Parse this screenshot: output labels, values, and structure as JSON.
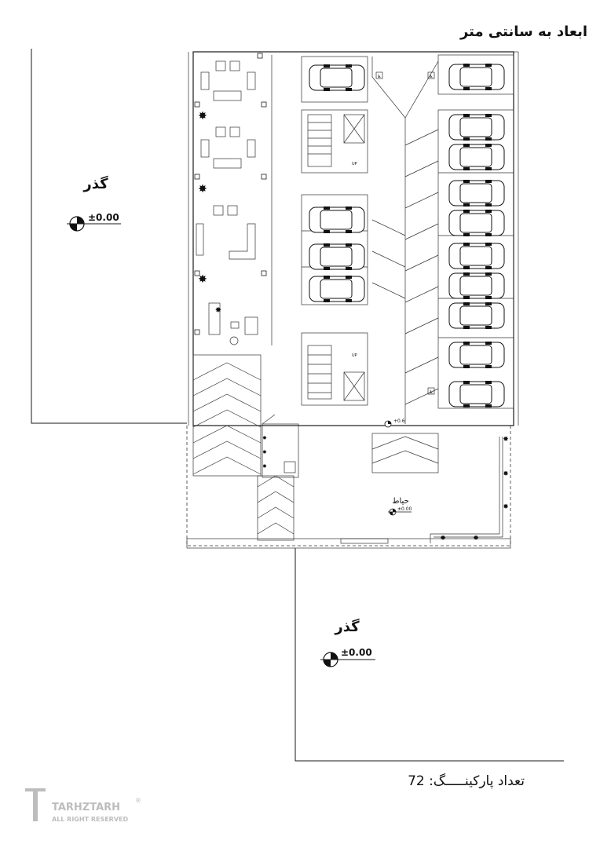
{
  "title_note": "ابعاد به سانتی متر",
  "street_top": {
    "label": "گذر",
    "level": "±0.00"
  },
  "street_bottom": {
    "label": "گذر",
    "level": "±0.00"
  },
  "yard": {
    "label": "حیاط",
    "level": "±0.00"
  },
  "ramp_level": "+0.6",
  "stair_tag": "UP",
  "parking_count_label": "تعداد پارکینـــــگ: 72",
  "watermark": {
    "brand": "TARHZTARH",
    "sub": "ALL RIGHT RESERVED",
    "mark": "®"
  },
  "accessible_symbol": "♿",
  "colors": {
    "line": "#1a1a1a",
    "background": "#ffffff",
    "watermark": "#bdbdbd"
  }
}
